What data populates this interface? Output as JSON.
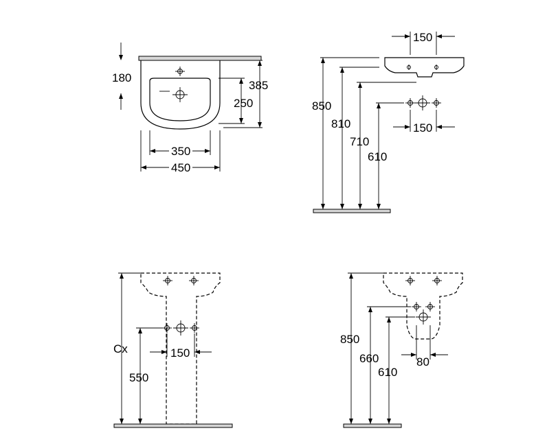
{
  "views": {
    "top_view": {
      "overhang": "180",
      "depth": "385",
      "bowl_depth": "250",
      "bowl_width": "350",
      "width": "450"
    },
    "side_view": {
      "tap_spacing": "150",
      "rim_height": "850",
      "overflow_height": "810",
      "waste_height": "710",
      "supply_height": "610",
      "supply_spacing": "150"
    },
    "pedestal_view": {
      "rim_height": "Cx",
      "supply_height": "550",
      "supply_spacing": "150"
    },
    "semi_pedestal_view": {
      "rim_height": "850",
      "waste_height": "660",
      "supply_height": "610",
      "supply_spacing": "80"
    }
  }
}
